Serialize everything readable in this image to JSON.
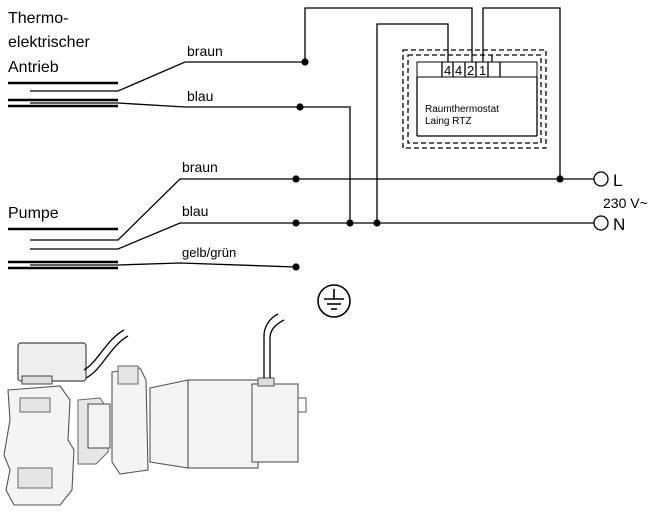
{
  "actuator": {
    "label_line1": "Thermo-",
    "label_line2": "elektrischer",
    "label_line3": "Antrieb"
  },
  "actuator_wires": {
    "brown": "braun",
    "blue": "blau"
  },
  "pump": {
    "label": "Pumpe"
  },
  "pump_wires": {
    "brown": "braun",
    "blue": "blau",
    "earth": "gelb/grün"
  },
  "thermostat": {
    "terminals": [
      "4",
      "4",
      "2",
      "1"
    ],
    "name_line1": "Raumthermostat",
    "name_line2": "Laing RTZ"
  },
  "supply": {
    "line": "L",
    "neutral": "N",
    "voltage": "230 V~"
  },
  "icons": {
    "earth": "earth-ground-icon",
    "pump_unit": "pump-unit-illustration"
  }
}
